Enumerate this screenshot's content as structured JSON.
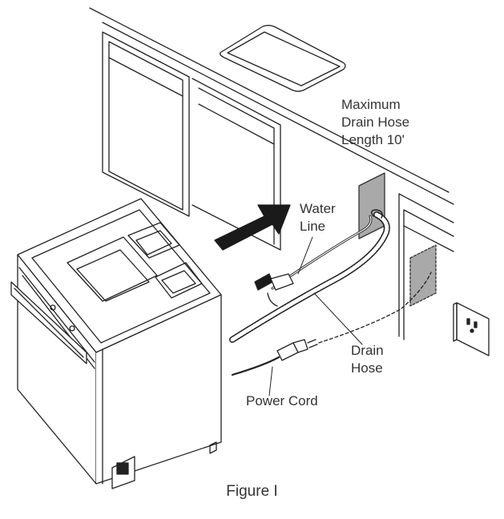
{
  "labels": {
    "max_drain_line1": "Maximum",
    "max_drain_line2": "Drain Hose",
    "max_drain_line3": "Length 10'",
    "water_line1": "Water",
    "water_line2": "Line",
    "drain_hose_line1": "Drain",
    "drain_hose_line2": "Hose",
    "power_cord": "Power Cord"
  },
  "caption": "Figure I",
  "colors": {
    "line": "#222222",
    "panel_fill": "#a9a9a9",
    "arrow_fill": "#1a1a1a",
    "background": "#ffffff"
  }
}
